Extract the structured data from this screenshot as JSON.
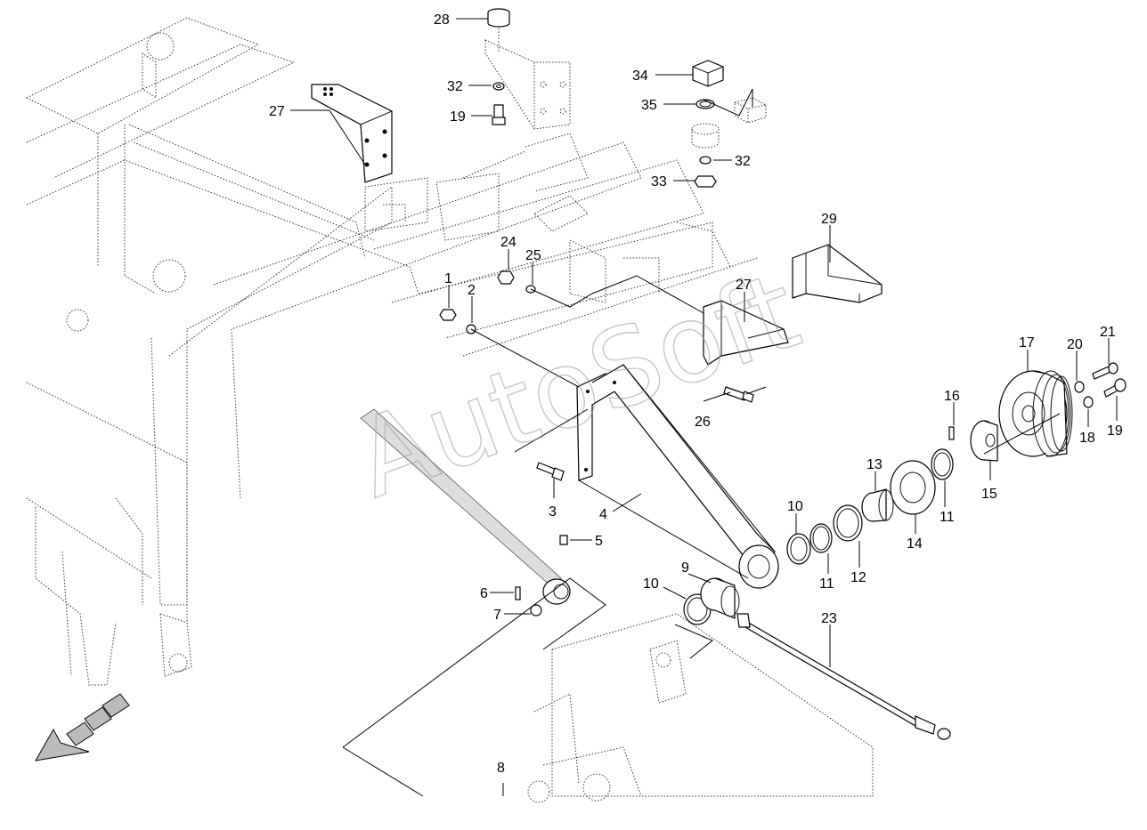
{
  "watermark": "AutoSoft",
  "callouts": [
    "28",
    "32",
    "19",
    "27",
    "34",
    "35",
    "32",
    "33",
    "29",
    "24",
    "25",
    "1",
    "2",
    "27",
    "17",
    "20",
    "21",
    "16",
    "26",
    "13",
    "18",
    "19",
    "15",
    "11",
    "10",
    "14",
    "3",
    "4",
    "12",
    "11",
    "5",
    "9",
    "10",
    "6",
    "7",
    "23",
    "8"
  ]
}
